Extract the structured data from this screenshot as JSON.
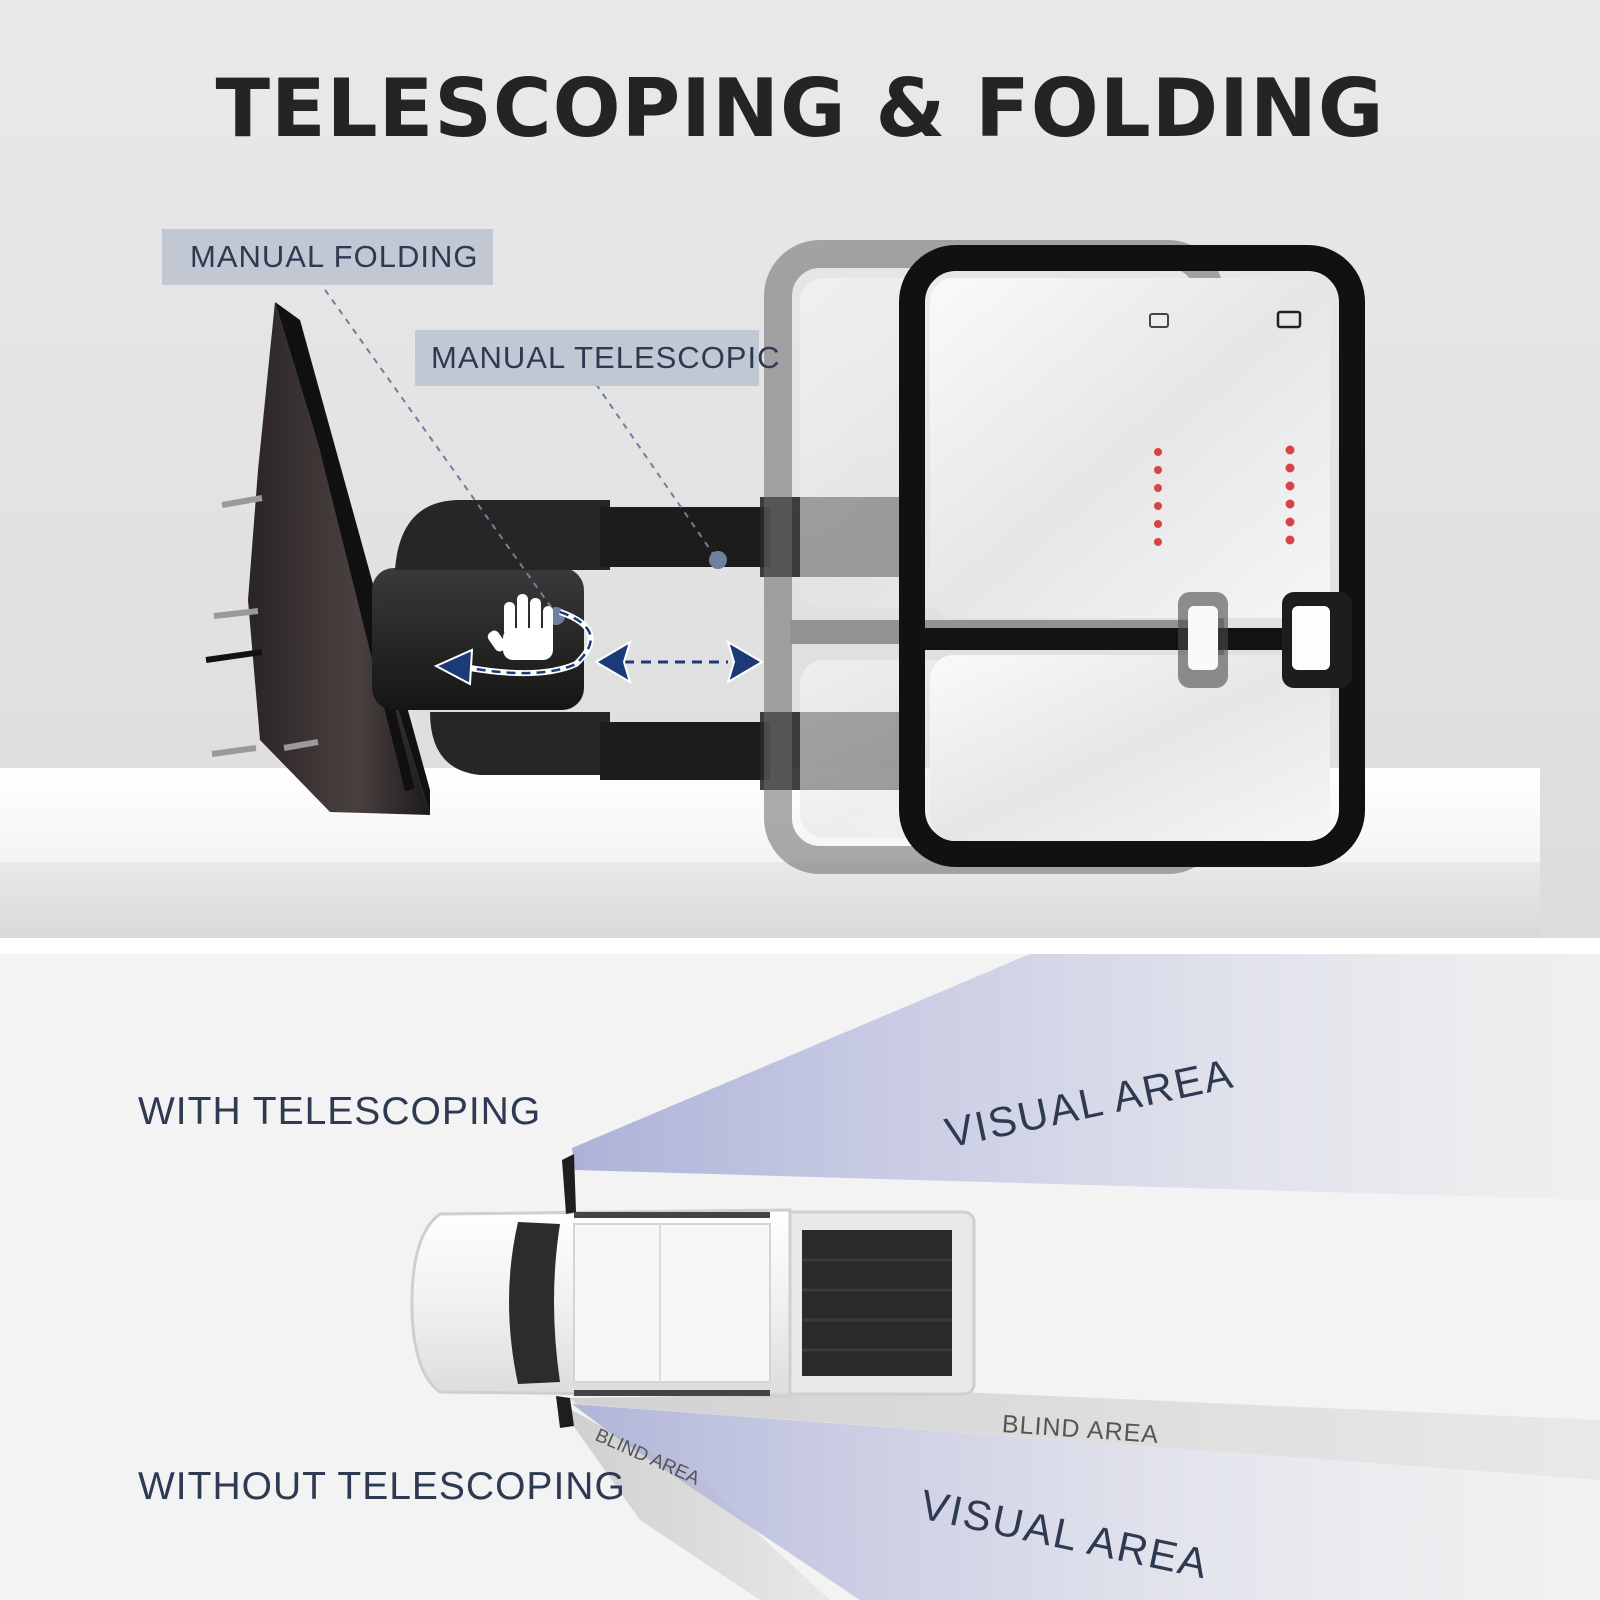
{
  "headline": "TELESCOPING & FOLDING",
  "callouts": {
    "manual_folding": "MANUAL FOLDING",
    "manual_telescopic": "MANUAL TELESCOPIC"
  },
  "view_diagram": {
    "with_telescoping": "WITH TELESCOPING",
    "without_telescoping": "WITHOUT TELESCOPING",
    "visual_area_top": "VISUAL AREA",
    "visual_area_bottom": "VISUAL AREA",
    "blind_area_right": "BLIND AREA",
    "blind_area_left": "BLIND AREA"
  },
  "colors": {
    "headline": "#242424",
    "callout_bg": "#c2c8d3",
    "label_text": "#2e3a52",
    "arrow": "#1d3a78",
    "visual_area_tint": "#b3b8da",
    "indicator_led": "#d64545"
  },
  "icons": [
    "hand-icon",
    "defrost-icon",
    "fold-arrow-icon",
    "telescope-arrow-icon"
  ]
}
